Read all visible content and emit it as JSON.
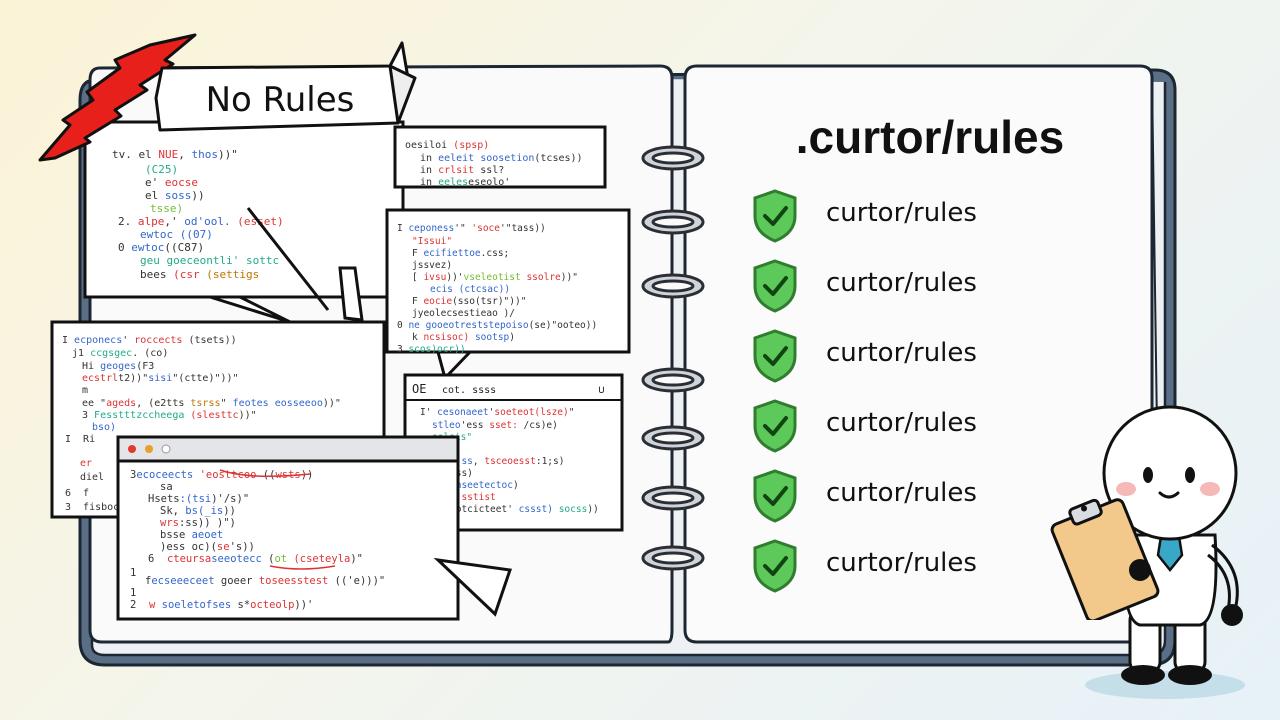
{
  "banner": {
    "label": "No Rules"
  },
  "rules_panel": {
    "title": ".curtor/rules",
    "items": [
      {
        "label": "curtor/rules"
      },
      {
        "label": "curtor/rules"
      },
      {
        "label": "curtor/rules"
      },
      {
        "label": "curtor/rules"
      },
      {
        "label": "curtor/rules"
      },
      {
        "label": "curtor/rules"
      }
    ]
  },
  "code_windows": {
    "small_window_title": "cot. ssss"
  },
  "colors": {
    "check_green": "#5cc95a",
    "lightning_red": "#e8201c",
    "clipboard_tan": "#f2c98a",
    "tie_teal": "#39a7c7"
  },
  "icons": [
    "shield-check-icon",
    "lightning-icon",
    "spiral-ring-icon",
    "clipboard-icon"
  ]
}
